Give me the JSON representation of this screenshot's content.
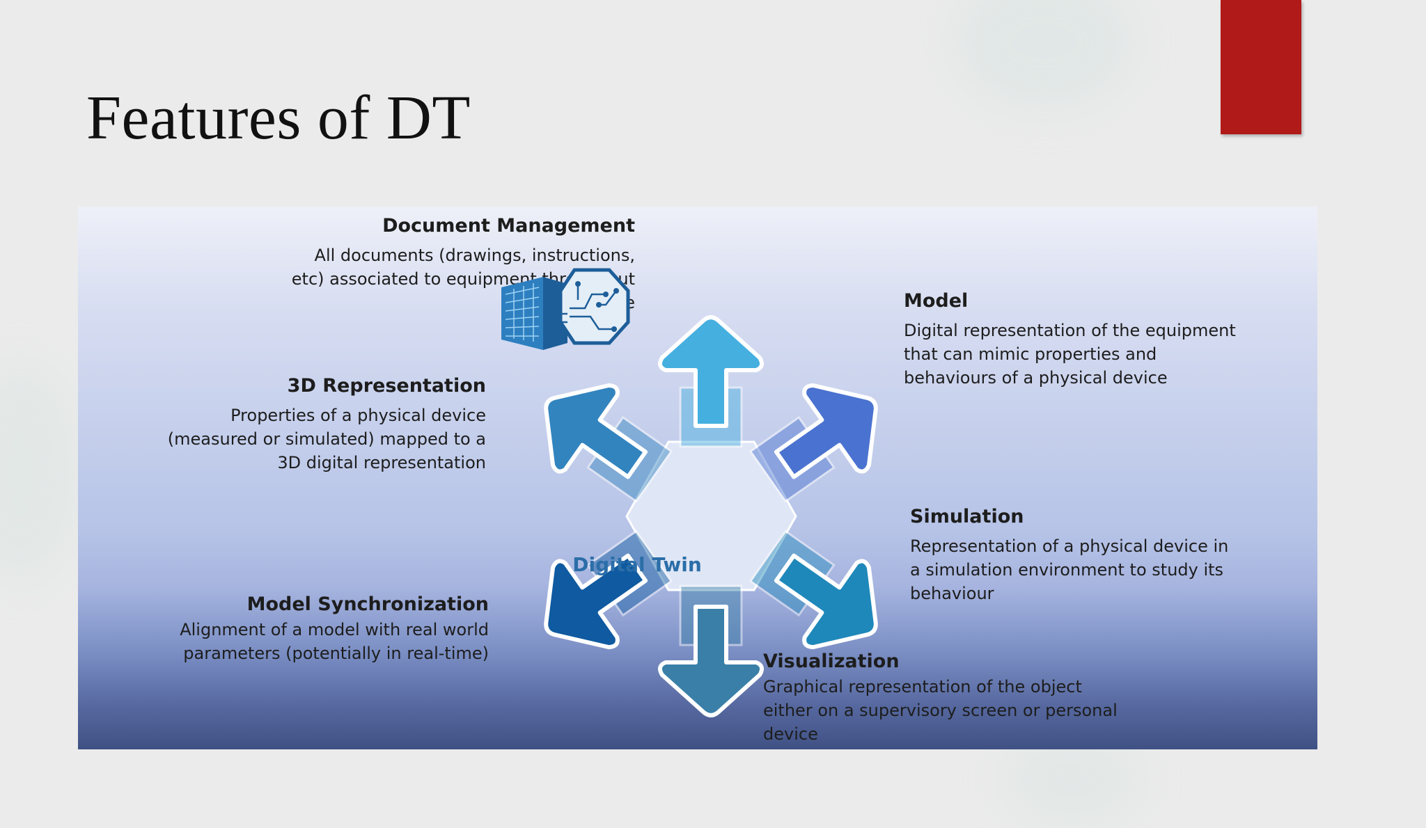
{
  "slide": {
    "title": "Features of DT",
    "accent_color": "#b01a18"
  },
  "hub": {
    "label": "Digital Twin",
    "icon": "digital-twin-logo"
  },
  "features": {
    "document_management": {
      "title": "Document Management",
      "description": "All documents (drawings, instructions, etc) associated to equipment throughout its lifecycle"
    },
    "model": {
      "title": "Model",
      "description": "Digital representation of the equipment that can mimic properties and behaviours of a physical device"
    },
    "representation_3d": {
      "title": "3D Representation",
      "description": "Properties of a physical device (measured or simulated) mapped to a 3D digital representation"
    },
    "simulation": {
      "title": "Simulation",
      "description": "Representation of a physical device in a simulation environment to study its behaviour"
    },
    "model_synchronization": {
      "title": "Model Synchronization",
      "description": "Alignment of a model with real world parameters (potentially in real-time)"
    },
    "visualization": {
      "title": "Visualization",
      "description": "Graphical representation of the object either on a supervisory screen or personal device"
    }
  },
  "colors": {
    "arrow_up": "#45afe0",
    "arrow_up_right": "#4a72d0",
    "arrow_down_right": "#1f88ba",
    "arrow_down": "#3a7fa8",
    "arrow_down_left": "#0f5aa0",
    "arrow_up_left": "#3284bf"
  }
}
